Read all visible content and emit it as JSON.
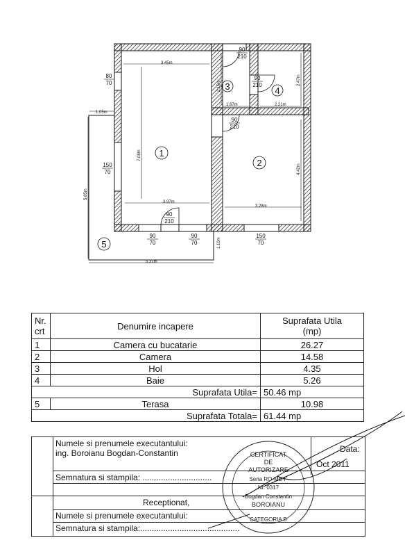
{
  "plan": {
    "dims": {
      "w345": "3.45m",
      "w216": "2.16m",
      "w247": "2.47m",
      "w167": "1.67m",
      "w221": "2.21m",
      "w105": "1.05m",
      "w708": "7.08m",
      "w442": "4.42m",
      "w585": "5.85m",
      "w397": "3.97m",
      "w328": "3.28m",
      "w531": "5.31m",
      "w110": "1.10m"
    },
    "doors": [
      {
        "top": "90",
        "bottom": "210"
      },
      {
        "top": "90",
        "bottom": "210"
      },
      {
        "top": "90",
        "bottom": "210"
      },
      {
        "top": "90",
        "bottom": "210"
      }
    ],
    "windows": [
      {
        "top": "80",
        "bottom": "70"
      },
      {
        "top": "150",
        "bottom": "70"
      },
      {
        "top": "90",
        "bottom": "70"
      },
      {
        "top": "90",
        "bottom": "70"
      },
      {
        "top": "150",
        "bottom": "70"
      }
    ],
    "room_numbers": [
      "1",
      "2",
      "3",
      "4",
      "5"
    ]
  },
  "table": {
    "header": {
      "nr": "Nr.",
      "crt": "crt",
      "name": "Denumire incapere",
      "area": "Suprafata Utila",
      "unit": "(mp)"
    },
    "rows": [
      {
        "nr": "1",
        "name": "Camera cu bucatarie",
        "area": "26.27"
      },
      {
        "nr": "2",
        "name": "Camera",
        "area": "14.58"
      },
      {
        "nr": "3",
        "name": "Hol",
        "area": "4.35"
      },
      {
        "nr": "4",
        "name": "Baie",
        "area": "5.26"
      }
    ],
    "subtotal_label": "Suprafata Utila=",
    "subtotal_value": "50.46 mp",
    "terrace": {
      "nr": "5",
      "name": "Terasa",
      "area": "10.98"
    },
    "total_label": "Suprafata Totala=",
    "total_value": "61.44 mp"
  },
  "cert": {
    "exec_label": "Numele si prenumele executantului:",
    "exec_name": "ing. Boroianu Bogdan-Constantin",
    "date_label": "Data:",
    "date_value": "Oct 2011",
    "sign_label": "Semnatura si stampila: ..............................",
    "received": "Receptionat,",
    "exec_label2": "Numele si prenumele executantului:",
    "sign_label2": "Semnatura si stampila:...........................................",
    "stamp": {
      "line1": "CERTIFICAT",
      "line2": "DE",
      "line3": "AUTORIZARE",
      "line4": "Seria RO-MB-F",
      "line5": "Nr. 0317",
      "line6": "Bogdan Constantin",
      "line7": "BOROIANU",
      "line8": "CATEGORIA B"
    }
  }
}
